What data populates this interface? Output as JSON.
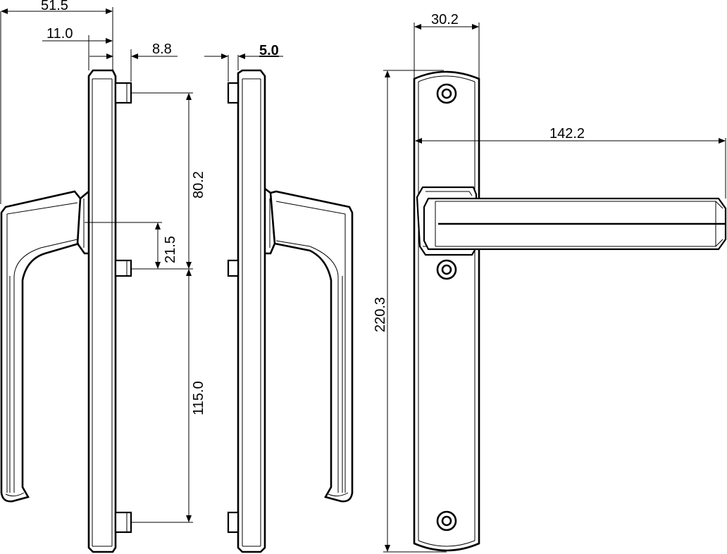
{
  "dimensions": {
    "overall_depth": "51.5",
    "rose_thickness": "11.0",
    "pin_length": "8.8",
    "plate_offset": "5.0",
    "handle_width": "30.2",
    "lever_length": "142.2",
    "upper_pin_spacing": "80.2",
    "spindle_offset": "21.5",
    "lower_pin_spacing": "115.0",
    "plate_height": "220.3"
  }
}
